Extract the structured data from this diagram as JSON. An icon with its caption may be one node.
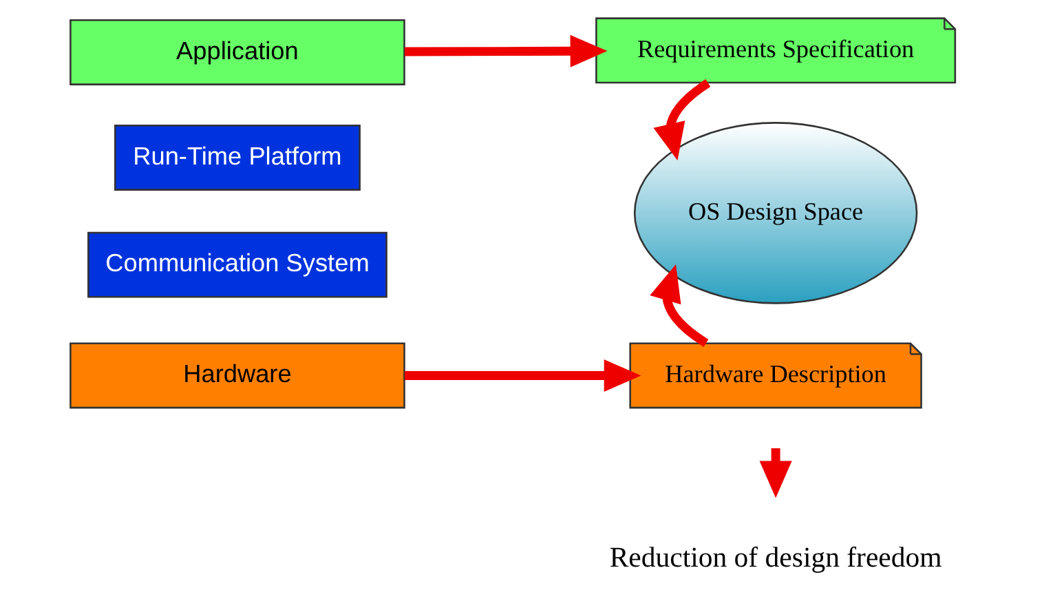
{
  "diagram": {
    "nodes": [
      {
        "text": [
          "Application"
        ]
      },
      {
        "text": [
          "Run-Time Platform"
        ]
      },
      {
        "text": [
          "Communication System"
        ]
      },
      {
        "text": [
          "Hardware"
        ]
      },
      {
        "text": [
          "Requirements Specification"
        ]
      },
      {
        "text": [
          "OS Design Space"
        ]
      },
      {
        "text": [
          "Hardware Description"
        ]
      }
    ],
    "edges": [
      {
        "from": 0,
        "to": 4,
        "arrow": "to"
      },
      {
        "from": 3,
        "to": 6,
        "arrow": "to"
      },
      {
        "from": 4,
        "to": 5,
        "arrow": "to"
      },
      {
        "from": 6,
        "to": 5,
        "arrow": "to"
      }
    ],
    "legend": [
      {
        "text": "Reduction of design freedom"
      }
    ]
  }
}
